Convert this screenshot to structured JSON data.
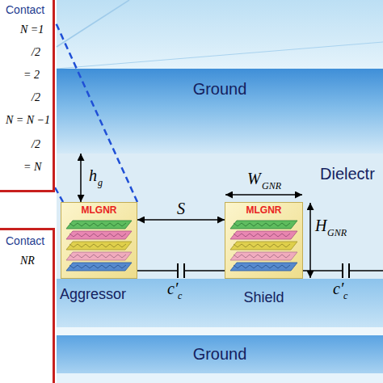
{
  "diagram": {
    "nodes": [
      {
        "text": [
          "Ground"
        ]
      },
      {
        "text": [
          "MLGNR",
          "Aggressor"
        ]
      },
      {
        "text": [
          "MLGNR",
          "Shield"
        ]
      },
      {
        "text": [
          "Ground"
        ]
      },
      {
        "text": [
          "Contact",
          "N =1",
          "/2",
          "= 2",
          "/2",
          "N = N −1",
          "/2",
          "= N"
        ]
      },
      {
        "text": [
          "Contact",
          "NR"
        ]
      }
    ],
    "edges": [
      {
        "from": 0,
        "to": 1,
        "arrow": "both"
      },
      {
        "from": 1,
        "to": 2,
        "arrow": "both",
        "label": "S"
      },
      {
        "from": 1,
        "to": 2,
        "arrow": "none"
      },
      {
        "from": 1,
        "to": 4,
        "arrow": "none"
      }
    ],
    "labels": [
      "Dielectr",
      "h",
      "g",
      "W",
      "GNR",
      "H",
      "GNR",
      "c′",
      "c",
      "c′",
      "c"
    ]
  }
}
